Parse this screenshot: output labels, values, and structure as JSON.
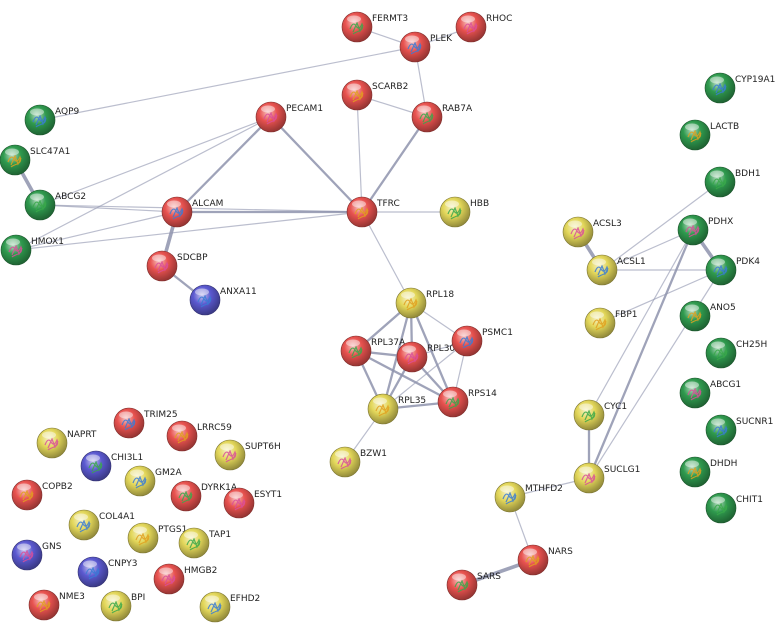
{
  "node_colors": {
    "red": "#e8524f",
    "green": "#2f9a4e",
    "yellow": "#e3d75a",
    "blue": "#5b59d0"
  },
  "edge_color": "#8e93ad",
  "nodes": [
    {
      "id": "FERMT3",
      "label": "FERMT3",
      "color": "red"
    },
    {
      "id": "RHOC",
      "label": "RHOC",
      "color": "red"
    },
    {
      "id": "PLEK",
      "label": "PLEK",
      "color": "red"
    },
    {
      "id": "SCARB2",
      "label": "SCARB2",
      "color": "red"
    },
    {
      "id": "RAB7A",
      "label": "RAB7A",
      "color": "red"
    },
    {
      "id": "PECAM1",
      "label": "PECAM1",
      "color": "red"
    },
    {
      "id": "AQP9",
      "label": "AQP9",
      "color": "green"
    },
    {
      "id": "SLC47A1",
      "label": "SLC47A1",
      "color": "green"
    },
    {
      "id": "ABCG2",
      "label": "ABCG2",
      "color": "green"
    },
    {
      "id": "HMOX1",
      "label": "HMOX1",
      "color": "green"
    },
    {
      "id": "ALCAM",
      "label": "ALCAM",
      "color": "red"
    },
    {
      "id": "TFRC",
      "label": "TFRC",
      "color": "red"
    },
    {
      "id": "HBB",
      "label": "HBB",
      "color": "yellow"
    },
    {
      "id": "SDCBP",
      "label": "SDCBP",
      "color": "red"
    },
    {
      "id": "ANXA11",
      "label": "ANXA11",
      "color": "blue"
    },
    {
      "id": "RPL18",
      "label": "RPL18",
      "color": "yellow"
    },
    {
      "id": "RPL37A",
      "label": "RPL37A",
      "color": "red"
    },
    {
      "id": "RPL30",
      "label": "RPL30",
      "color": "red"
    },
    {
      "id": "PSMC1",
      "label": "PSMC1",
      "color": "red"
    },
    {
      "id": "RPL35",
      "label": "RPL35",
      "color": "yellow"
    },
    {
      "id": "RPS14",
      "label": "RPS14",
      "color": "red"
    },
    {
      "id": "BZW1",
      "label": "BZW1",
      "color": "yellow"
    },
    {
      "id": "CYP19A1",
      "label": "CYP19A1",
      "color": "green"
    },
    {
      "id": "LACTB",
      "label": "LACTB",
      "color": "green"
    },
    {
      "id": "BDH1",
      "label": "BDH1",
      "color": "green"
    },
    {
      "id": "PDHX",
      "label": "PDHX",
      "color": "green"
    },
    {
      "id": "PDK4",
      "label": "PDK4",
      "color": "green"
    },
    {
      "id": "ANO5",
      "label": "ANO5",
      "color": "green"
    },
    {
      "id": "CH25H",
      "label": "CH25H",
      "color": "green"
    },
    {
      "id": "ABCG1",
      "label": "ABCG1",
      "color": "green"
    },
    {
      "id": "SUCNR1",
      "label": "SUCNR1",
      "color": "green"
    },
    {
      "id": "DHDH",
      "label": "DHDH",
      "color": "green"
    },
    {
      "id": "CHIT1",
      "label": "CHIT1",
      "color": "green"
    },
    {
      "id": "ACSL3",
      "label": "ACSL3",
      "color": "yellow"
    },
    {
      "id": "ACSL1",
      "label": "ACSL1",
      "color": "yellow"
    },
    {
      "id": "FBP1",
      "label": "FBP1",
      "color": "yellow"
    },
    {
      "id": "CYC1",
      "label": "CYC1",
      "color": "yellow"
    },
    {
      "id": "SUCLG1",
      "label": "SUCLG1",
      "color": "yellow"
    },
    {
      "id": "MTHFD2",
      "label": "MTHFD2",
      "color": "yellow"
    },
    {
      "id": "NARS",
      "label": "NARS",
      "color": "red"
    },
    {
      "id": "SARS",
      "label": "SARS",
      "color": "red"
    },
    {
      "id": "NAPRT",
      "label": "NAPRT",
      "color": "yellow"
    },
    {
      "id": "TRIM25",
      "label": "TRIM25",
      "color": "red"
    },
    {
      "id": "LRRC59",
      "label": "LRRC59",
      "color": "red"
    },
    {
      "id": "CHI3L1",
      "label": "CHI3L1",
      "color": "blue"
    },
    {
      "id": "SUPT6H",
      "label": "SUPT6H",
      "color": "yellow"
    },
    {
      "id": "GM2A",
      "label": "GM2A",
      "color": "yellow"
    },
    {
      "id": "COPB2",
      "label": "COPB2",
      "color": "red"
    },
    {
      "id": "DYRK1A",
      "label": "DYRK1A",
      "color": "red"
    },
    {
      "id": "ESYT1",
      "label": "ESYT1",
      "color": "red"
    },
    {
      "id": "COL4A1",
      "label": "COL4A1",
      "color": "yellow"
    },
    {
      "id": "PTGS1",
      "label": "PTGS1",
      "color": "yellow"
    },
    {
      "id": "TAP1",
      "label": "TAP1",
      "color": "yellow"
    },
    {
      "id": "GNS",
      "label": "GNS",
      "color": "blue"
    },
    {
      "id": "CNPY3",
      "label": "CNPY3",
      "color": "blue"
    },
    {
      "id": "NME3",
      "label": "NME3",
      "color": "red"
    },
    {
      "id": "BPI",
      "label": "BPI",
      "color": "yellow"
    },
    {
      "id": "HMGB2",
      "label": "HMGB2",
      "color": "red"
    },
    {
      "id": "EFHD2",
      "label": "EFHD2",
      "color": "yellow"
    }
  ],
  "edges": [
    {
      "source": "FERMT3",
      "target": "PLEK",
      "weight": 1
    },
    {
      "source": "RHOC",
      "target": "PLEK",
      "weight": 1
    },
    {
      "source": "PLEK",
      "target": "RAB7A",
      "weight": 1
    },
    {
      "source": "PLEK",
      "target": "AQP9",
      "weight": 1
    },
    {
      "source": "SCARB2",
      "target": "RAB7A",
      "weight": 1
    },
    {
      "source": "SCARB2",
      "target": "TFRC",
      "weight": 1
    },
    {
      "source": "RAB7A",
      "target": "TFRC",
      "weight": 2
    },
    {
      "source": "PECAM1",
      "target": "ALCAM",
      "weight": 2
    },
    {
      "source": "PECAM1",
      "target": "TFRC",
      "weight": 2
    },
    {
      "source": "PECAM1",
      "target": "ABCG2",
      "weight": 1
    },
    {
      "source": "PECAM1",
      "target": "HMOX1",
      "weight": 1
    },
    {
      "source": "SLC47A1",
      "target": "ABCG2",
      "weight": 3
    },
    {
      "source": "ABCG2",
      "target": "ALCAM",
      "weight": 1
    },
    {
      "source": "ABCG2",
      "target": "TFRC",
      "weight": 1
    },
    {
      "source": "HMOX1",
      "target": "ALCAM",
      "weight": 1
    },
    {
      "source": "HMOX1",
      "target": "TFRC",
      "weight": 1
    },
    {
      "source": "ALCAM",
      "target": "TFRC",
      "weight": 2
    },
    {
      "source": "ALCAM",
      "target": "SDCBP",
      "weight": 3
    },
    {
      "source": "SDCBP",
      "target": "ANXA11",
      "weight": 2
    },
    {
      "source": "TFRC",
      "target": "HBB",
      "weight": 1
    },
    {
      "source": "TFRC",
      "target": "RPL18",
      "weight": 1
    },
    {
      "source": "RPL18",
      "target": "RPL37A",
      "weight": 2
    },
    {
      "source": "RPL18",
      "target": "RPL30",
      "weight": 2
    },
    {
      "source": "RPL18",
      "target": "PSMC1",
      "weight": 1
    },
    {
      "source": "RPL18",
      "target": "RPL35",
      "weight": 2
    },
    {
      "source": "RPL18",
      "target": "RPS14",
      "weight": 2
    },
    {
      "source": "RPL37A",
      "target": "RPL30",
      "weight": 2
    },
    {
      "source": "RPL37A",
      "target": "RPL35",
      "weight": 2
    },
    {
      "source": "RPL37A",
      "target": "RPS14",
      "weight": 2
    },
    {
      "source": "RPL30",
      "target": "RPL35",
      "weight": 2
    },
    {
      "source": "RPL30",
      "target": "RPS14",
      "weight": 2
    },
    {
      "source": "RPL30",
      "target": "PSMC1",
      "weight": 1
    },
    {
      "source": "PSMC1",
      "target": "RPS14",
      "weight": 1
    },
    {
      "source": "PSMC1",
      "target": "RPL35",
      "weight": 1
    },
    {
      "source": "RPL35",
      "target": "RPS14",
      "weight": 2
    },
    {
      "source": "RPL35",
      "target": "BZW1",
      "weight": 1
    },
    {
      "source": "ACSL3",
      "target": "ACSL1",
      "weight": 3
    },
    {
      "source": "ACSL1",
      "target": "PDHX",
      "weight": 1
    },
    {
      "source": "ACSL1",
      "target": "PDK4",
      "weight": 1
    },
    {
      "source": "ACSL1",
      "target": "BDH1",
      "weight": 1
    },
    {
      "source": "FBP1",
      "target": "PDK4",
      "weight": 1
    },
    {
      "source": "PDHX",
      "target": "PDK4",
      "weight": 3
    },
    {
      "source": "PDHX",
      "target": "CYC1",
      "weight": 1
    },
    {
      "source": "PDHX",
      "target": "SUCLG1",
      "weight": 2
    },
    {
      "source": "PDK4",
      "target": "SUCLG1",
      "weight": 1
    },
    {
      "source": "CYC1",
      "target": "SUCLG1",
      "weight": 2
    },
    {
      "source": "SUCLG1",
      "target": "MTHFD2",
      "weight": 1
    },
    {
      "source": "MTHFD2",
      "target": "NARS",
      "weight": 1
    },
    {
      "source": "NARS",
      "target": "SARS",
      "weight": 3
    }
  ]
}
